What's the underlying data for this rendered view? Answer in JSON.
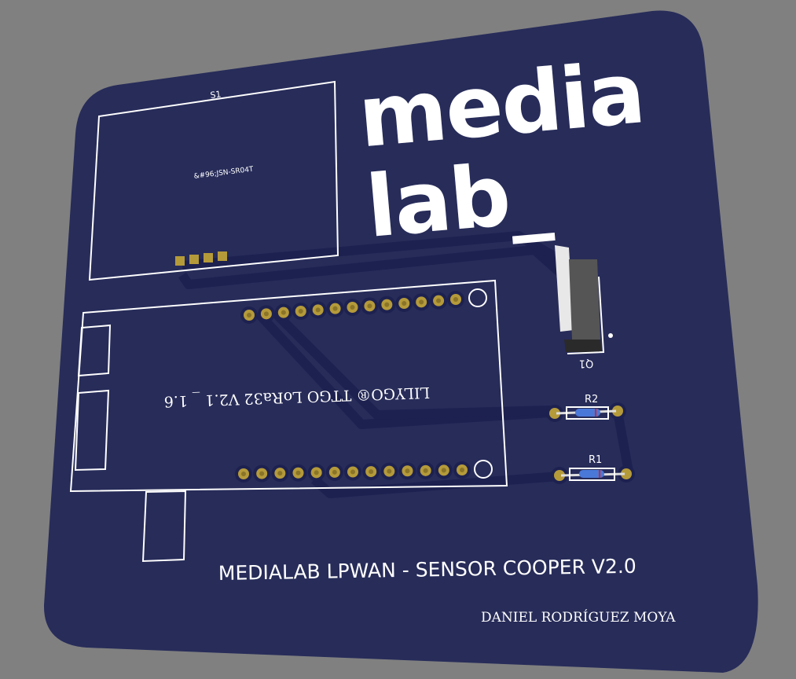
{
  "logo": {
    "line1": "media",
    "line2": "lab_"
  },
  "components": {
    "s1_ref": "S1",
    "s1_value": "&#96;JSN-SR04T",
    "module_label": "LILYGO® TTGO LoRa32 V2.1 _ 1.6",
    "q1_ref": "Q1",
    "r2_ref": "R2",
    "r1_ref": "R1"
  },
  "board_title": "MEDIALAB LPWAN - SENSOR COOPER V2.0",
  "author": "DANIEL RODRÍGUEZ MOYA",
  "colors": {
    "board": "#272c59",
    "trace": "#1d2150",
    "pad": "#b59a3a",
    "background": "#808080"
  }
}
